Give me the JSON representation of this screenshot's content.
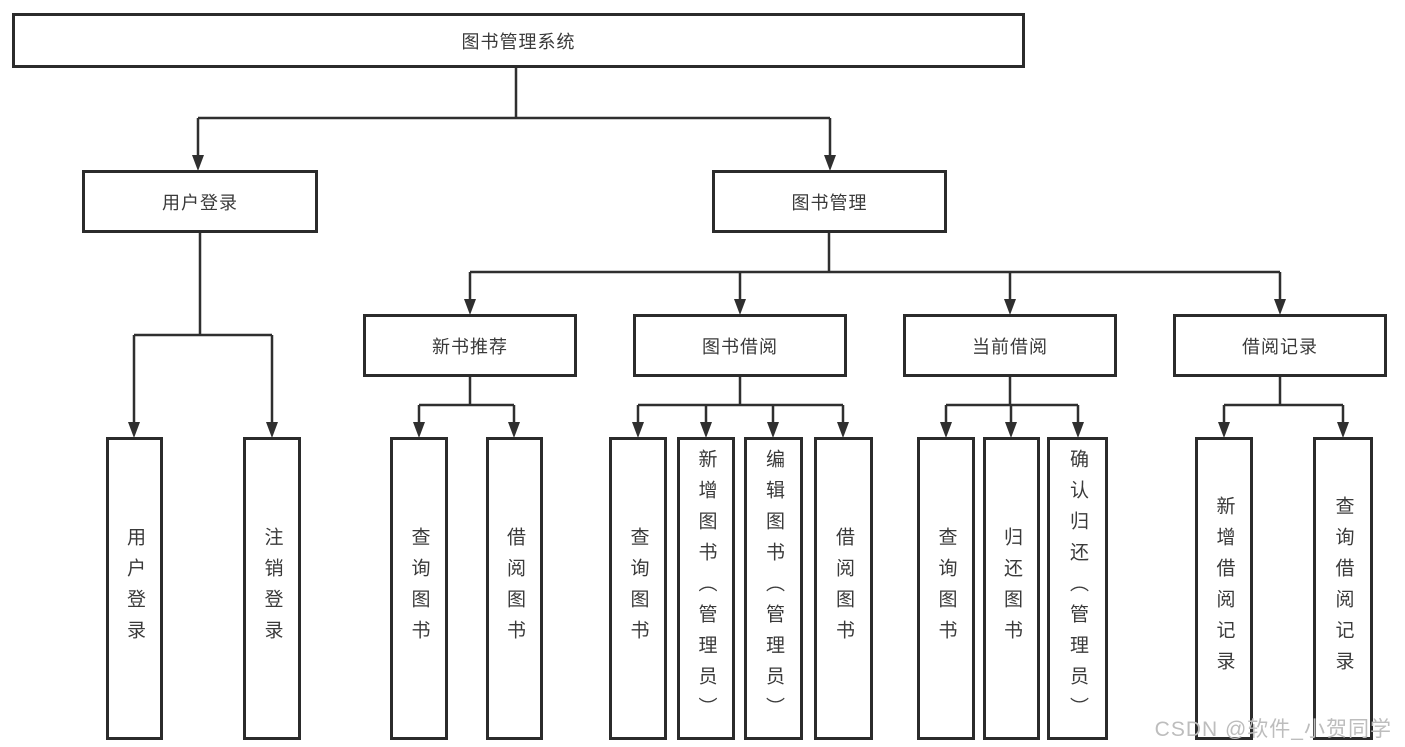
{
  "diagram": {
    "root": {
      "label": "图书管理系统"
    },
    "level2": [
      {
        "label": "用户登录"
      },
      {
        "label": "图书管理"
      }
    ],
    "level3": [
      {
        "label": "新书推荐"
      },
      {
        "label": "图书借阅"
      },
      {
        "label": "当前借阅"
      },
      {
        "label": "借阅记录"
      }
    ],
    "leaves": {
      "user_login": [
        {
          "label": "用户登录"
        },
        {
          "label": "注销登录"
        }
      ],
      "new_book": [
        {
          "label": "查询图书"
        },
        {
          "label": "借阅图书"
        }
      ],
      "book_borrow": [
        {
          "label": "查询图书"
        },
        {
          "label": "新增图书（管理员）"
        },
        {
          "label": "编辑图书（管理员）"
        },
        {
          "label": "借阅图书"
        }
      ],
      "current_borrow": [
        {
          "label": "查询图书"
        },
        {
          "label": "归还图书"
        },
        {
          "label": "确认归还（管理员）"
        }
      ],
      "borrow_records": [
        {
          "label": "新增借阅记录"
        },
        {
          "label": "查询借阅记录"
        }
      ]
    }
  },
  "watermark": {
    "text": "CSDN @软件_小贺同学"
  },
  "colors": {
    "line": "#2f2f2f",
    "box_border": "#2b2b2b",
    "text": "#3a3a3a",
    "background": "#ffffff",
    "watermark": "#bdbdbd"
  }
}
